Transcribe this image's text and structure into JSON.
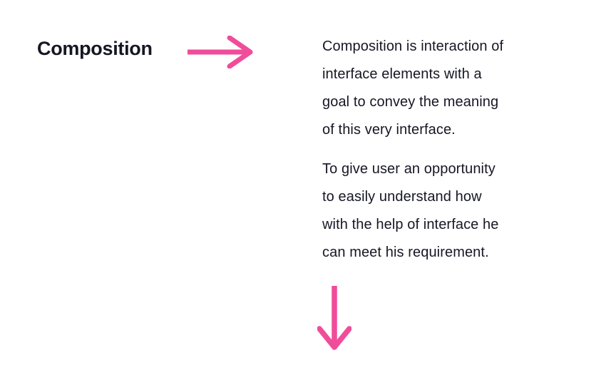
{
  "theme": {
    "bg": "#ffffff",
    "accent": "#ef4d9a",
    "text": "#161724"
  },
  "heading": {
    "label": "Composition"
  },
  "body": {
    "p1": "Composition is interaction of\ninterface elements with a\ngoal to convey the meaning\nof this very interface.",
    "p2": "To give user an opportunity\nto easily understand how\nwith the help of interface he\ncan meet his requirement."
  },
  "icons": {
    "right_arrow": "right-arrow",
    "down_arrow": "down-arrow"
  }
}
